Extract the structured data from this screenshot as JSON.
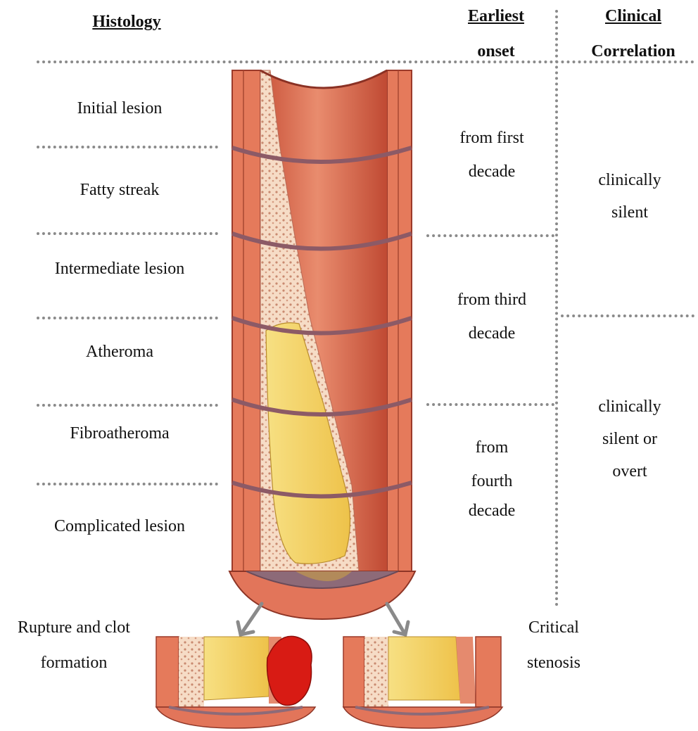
{
  "headers": {
    "histology": "Histology",
    "earliest_line1": "Earliest",
    "earliest_line2": "onset",
    "clinical_line1": "Clinical",
    "clinical_line2": "Correlation"
  },
  "stages": [
    "Initial lesion",
    "Fatty streak",
    "Intermediate lesion",
    "Atheroma",
    "Fibroatheroma",
    "Complicated lesion"
  ],
  "onset": [
    [
      "from first",
      "decade"
    ],
    [
      "from third",
      "decade"
    ],
    [
      "from",
      "fourth",
      "decade"
    ]
  ],
  "clinical": [
    [
      "clinically",
      "silent"
    ],
    [
      "clinically",
      "silent or",
      "overt"
    ]
  ],
  "outcomes": {
    "rupture_line1": "Rupture and clot",
    "rupture_line2": "formation",
    "stenosis_line1": "Critical",
    "stenosis_line2": "stenosis"
  },
  "colors": {
    "vessel_wall": "#e9795a",
    "lumen": "#d9603f",
    "plaque": "#f4d35c",
    "clot": "#d81b14",
    "divider": "#8a8a8a"
  }
}
